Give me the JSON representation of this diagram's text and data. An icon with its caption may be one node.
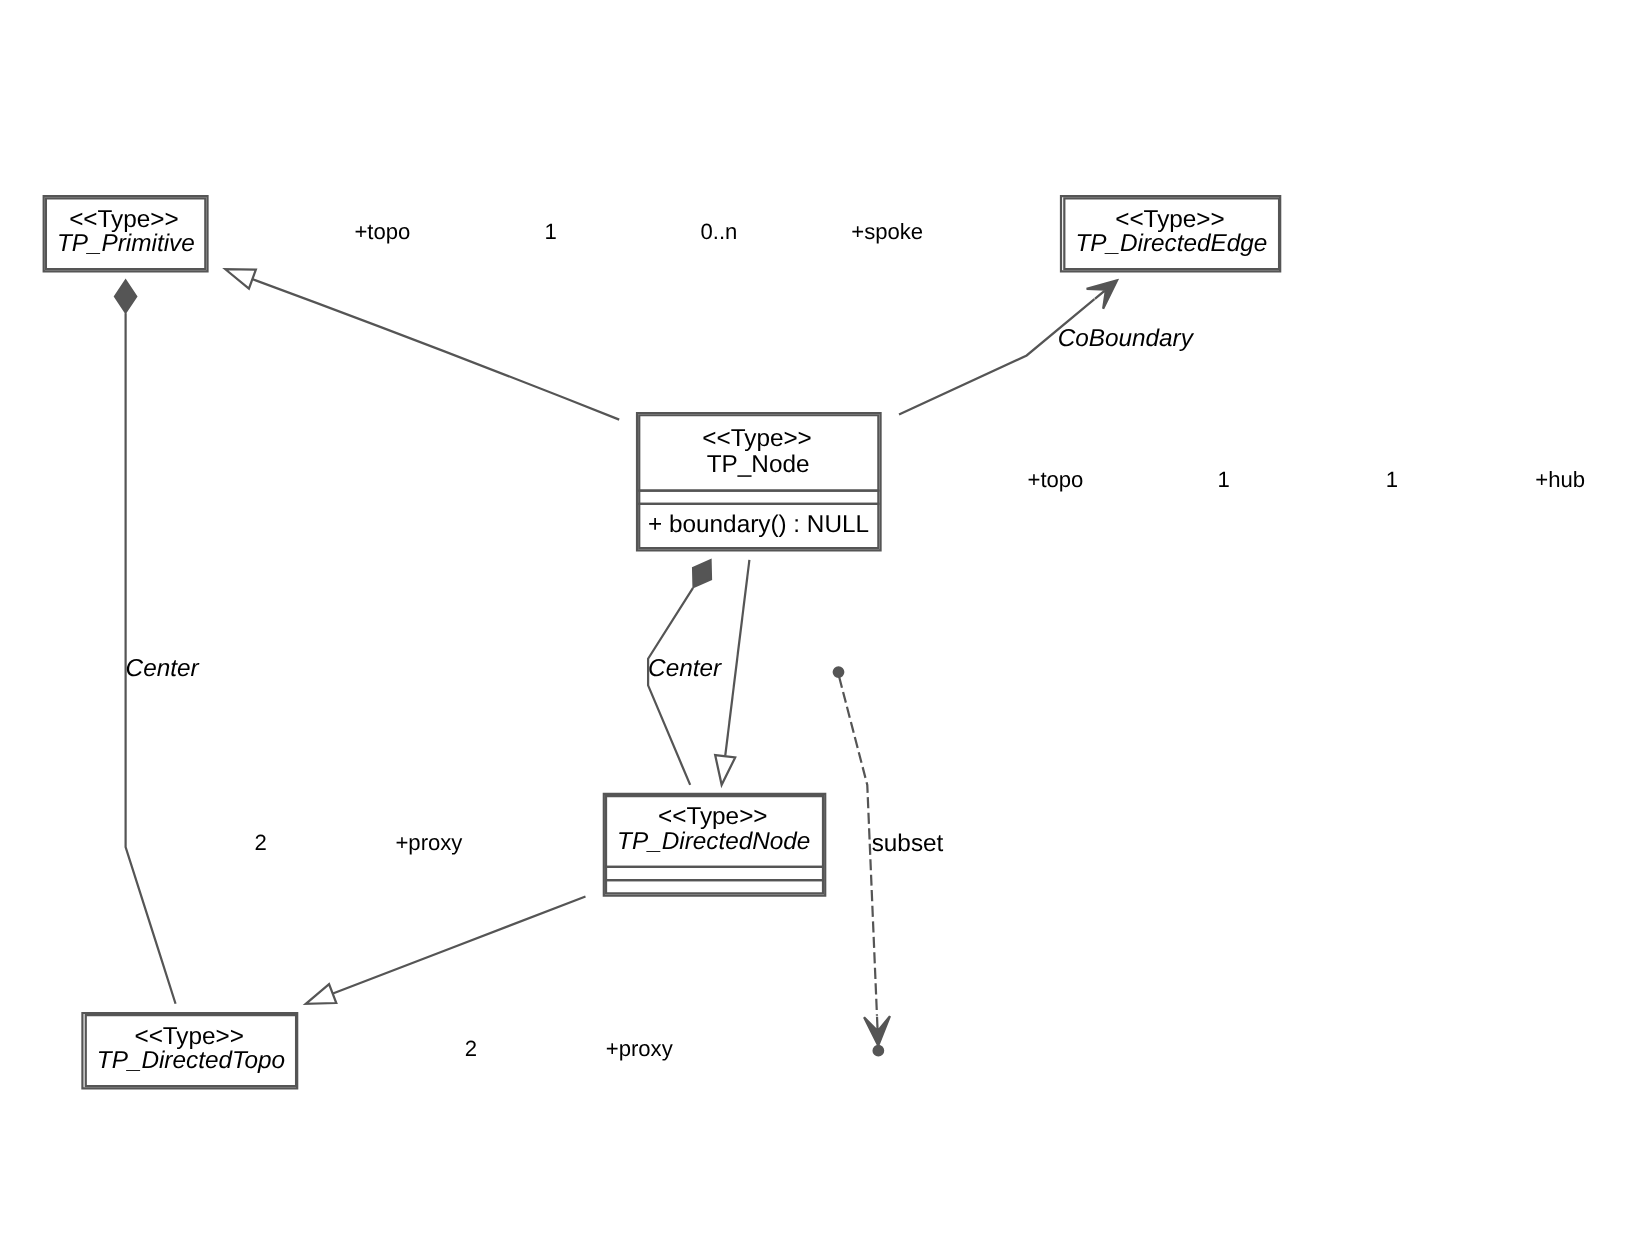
{
  "diagram": {
    "nodes": [
      {
        "text": [
          "<<Type>>",
          "TP_Primitive"
        ]
      },
      {
        "text": [
          "<<Type>>",
          "TP_DirectedEdge"
        ]
      },
      {
        "text": [
          "<<Type>>",
          "TP_Node",
          "+ boundary() : NULL"
        ]
      },
      {
        "text": [
          "<<Type>>",
          "TP_DirectedNode"
        ]
      },
      {
        "text": [
          "<<Type>>",
          "TP_DirectedTopo"
        ]
      },
      {
        "text": [],
        "shape": "point"
      },
      {
        "text": [],
        "shape": "point"
      }
    ],
    "edges": [
      {
        "from": 2,
        "to": 0,
        "arrow": "to"
      },
      {
        "from": 2,
        "to": 1,
        "arrow": "to",
        "label": "CoBoundary"
      },
      {
        "from": 2,
        "to": 3,
        "arrow": "to"
      },
      {
        "from": 2,
        "to": 3,
        "arrow": "other",
        "label": "Center"
      },
      {
        "from": 3,
        "to": 4,
        "arrow": "to"
      },
      {
        "from": 0,
        "to": 4,
        "arrow": "other",
        "label": "Center"
      },
      {
        "from": 5,
        "to": 6,
        "arrow": "to",
        "style": "dashed",
        "label": "subset"
      }
    ],
    "labels": [
      "0..n",
      "+spoke",
      "1",
      "+topo",
      "+hub",
      "1",
      "1",
      "+topo",
      "+proxy",
      "2",
      "+proxy",
      "2"
    ]
  }
}
